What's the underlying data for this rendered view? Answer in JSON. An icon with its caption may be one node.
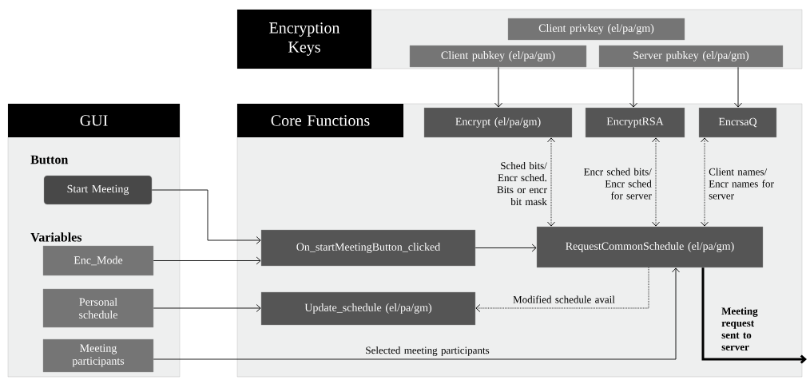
{
  "diagram": {
    "nodes": [
      {
        "text": [
          "Encryption Keys"
        ]
      },
      {
        "text": [
          "Client privkey (el/pa/gm)"
        ],
        "in": 0
      },
      {
        "text": [
          "Client pubkey (el/pa/gm)"
        ],
        "in": 0
      },
      {
        "text": [
          "Server pubkey (el/pa/gm)"
        ],
        "in": 0
      },
      {
        "text": [
          "GUI"
        ]
      },
      {
        "text": [
          "Start Meeting"
        ],
        "in": 4
      },
      {
        "text": [
          "Enc_Mode"
        ],
        "in": 4
      },
      {
        "text": [
          "Personal schedule"
        ],
        "in": 4
      },
      {
        "text": [
          "Meeting participants"
        ],
        "in": 4
      },
      {
        "text": [
          "Core Functions"
        ]
      },
      {
        "text": [
          "Encrypt (el/pa/gm)"
        ],
        "in": 9
      },
      {
        "text": [
          "EncryptRSA"
        ],
        "in": 9
      },
      {
        "text": [
          "EncrsaQ"
        ],
        "in": 9
      },
      {
        "text": [
          "On_startMeetingButton_clicked"
        ],
        "in": 9
      },
      {
        "text": [
          "RequestCommonSchedule (el/pa/gm)"
        ],
        "in": 9
      },
      {
        "text": [
          "Update_schedule (el/pa/gm)"
        ],
        "in": 9
      }
    ],
    "edges": [
      {
        "from": 2,
        "to": 10,
        "arrow": "to"
      },
      {
        "from": 3,
        "to": 11,
        "arrow": "to"
      },
      {
        "from": 3,
        "to": 12,
        "arrow": "to"
      },
      {
        "from": 10,
        "to": 14,
        "arrow": "both",
        "style": "dashed",
        "label": "Sched bits/ Encr sched. Bits or encr bit mask"
      },
      {
        "from": 11,
        "to": 14,
        "arrow": "both",
        "style": "dashed",
        "label": "Encr sched bits/ Encr sched for server"
      },
      {
        "from": 12,
        "to": 14,
        "arrow": "both",
        "style": "dashed",
        "label": "Client names/ Encr names for server"
      },
      {
        "from": 5,
        "to": 13,
        "arrow": "to"
      },
      {
        "from": 6,
        "to": 13,
        "arrow": "to"
      },
      {
        "from": 7,
        "to": 15,
        "arrow": "to"
      },
      {
        "from": 13,
        "to": 14,
        "arrow": "to"
      },
      {
        "from": 14,
        "to": 15,
        "arrow": "to",
        "style": "dashed",
        "label": "Modified schedule avail"
      },
      {
        "from": 8,
        "to": 14,
        "arrow": "to",
        "label": "Selected meeting participants"
      },
      {
        "from": 14,
        "to": null,
        "arrow": "to",
        "style": "thick",
        "label": "Meeting request sent to server"
      }
    ],
    "labels": [
      "Button",
      "Variables"
    ]
  }
}
